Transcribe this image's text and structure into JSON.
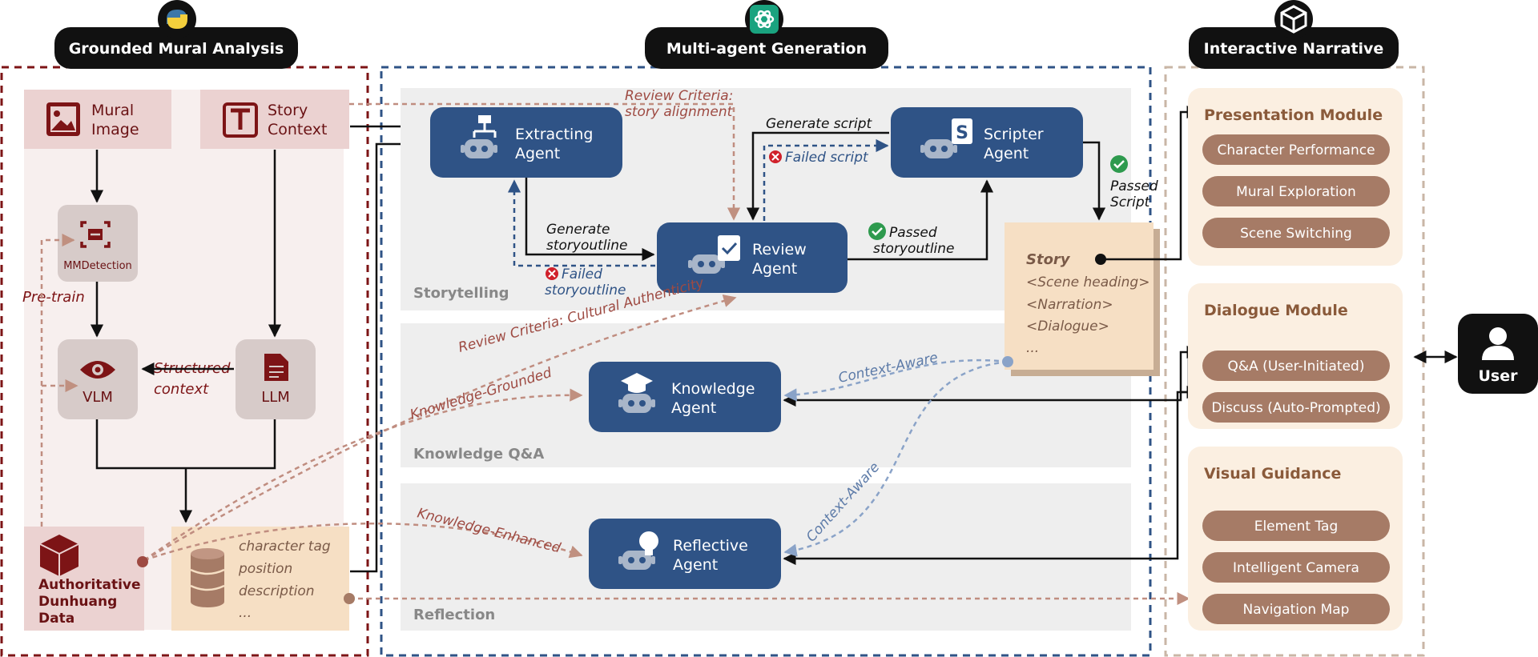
{
  "sections": {
    "grounded": "Grounded Mural Analysis",
    "multi_agent": "Multi-agent Generation",
    "interactive": "Interactive Narrative"
  },
  "icons": {
    "grounded": "python-logo-icon",
    "multi_agent": "openai-logo-icon",
    "interactive": "unity-logo-icon"
  },
  "grounded": {
    "mural_image": [
      "Mural",
      "Image"
    ],
    "story_context": [
      "Story",
      "Context"
    ],
    "mmdetection": "MMDetection",
    "pretrain": "Pre-train",
    "vlm": "VLM",
    "llm": "LLM",
    "structured_context": [
      "Structured",
      "context"
    ],
    "dunhuang": [
      "Authoritative",
      "Dunhuang",
      "Data"
    ],
    "db_lines": [
      "character tag",
      "position",
      "description",
      "..."
    ]
  },
  "multi": {
    "agents": {
      "extracting": [
        "Extracting",
        "Agent"
      ],
      "review": [
        "Review",
        "Agent"
      ],
      "scripter": [
        "Scripter",
        "Agent"
      ],
      "knowledge": [
        "Knowledge",
        "Agent"
      ],
      "reflective": [
        "Reflective",
        "Agent"
      ]
    },
    "panels": {
      "storytelling": "Storytelling",
      "knowledge_qa": "Knowledge Q&A",
      "reflection": "Reflection"
    },
    "labels": {
      "generate_script": "Generate script",
      "failed_script": "Failed script",
      "generate_outline": [
        "Generate",
        "storyoutline"
      ],
      "failed_outline": [
        "Failed",
        "storyoutline"
      ],
      "passed_outline": [
        "Passed",
        "storyoutline"
      ],
      "passed_script": [
        "Passed",
        "Script"
      ],
      "review_story": [
        "Review Criteria:",
        "story alignment"
      ],
      "review_cultural": "Review Criteria: Cultural Authenticity",
      "knowledge_grounded": "Knowledge-Grounded",
      "knowledge_enhanced": "Knowledge-Enhanced",
      "context_aware_1": "Context-Aware",
      "context_aware_2": "Context-Aware"
    },
    "story_card": {
      "title": "Story",
      "lines": [
        "<Scene heading>",
        "<Narration>",
        "<Dialogue>",
        "..."
      ]
    }
  },
  "interactive": {
    "modules": [
      {
        "title": "Presentation Module",
        "items": [
          "Character Performance",
          "Mural Exploration",
          "Scene Switching"
        ]
      },
      {
        "title": "Dialogue Module",
        "items": [
          "Q&A (User-Initiated)",
          "Discuss (Auto-Prompted)"
        ]
      },
      {
        "title": "Visual Guidance",
        "items": [
          "Element Tag",
          "Intelligent Camera",
          "Navigation Map"
        ]
      }
    ],
    "user": "User"
  },
  "colors": {
    "agent": "#2f5386",
    "dark_red": "#7d1416",
    "pill": "#a67b66",
    "module_bg": "#fbefe1",
    "panel_gray": "#eeeeee",
    "blue_dash": "#2f5386",
    "red_dash": "#b88275",
    "green_check": "#2e9a4e",
    "red_x": "#d0202a"
  }
}
